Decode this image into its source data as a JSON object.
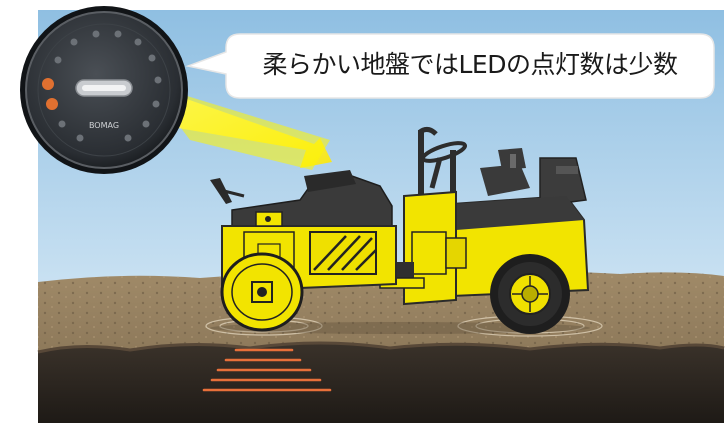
{
  "caption": "柔らかい地盤ではLEDの点灯数は少数",
  "gauge": {
    "brand_text": "BOMAG",
    "leds_lit": 2
  },
  "colors": {
    "sky": "#9fc8e6",
    "machine_yellow": "#f0e000",
    "led_lit": "#e07030",
    "vibration_waves": "#e8703a"
  }
}
